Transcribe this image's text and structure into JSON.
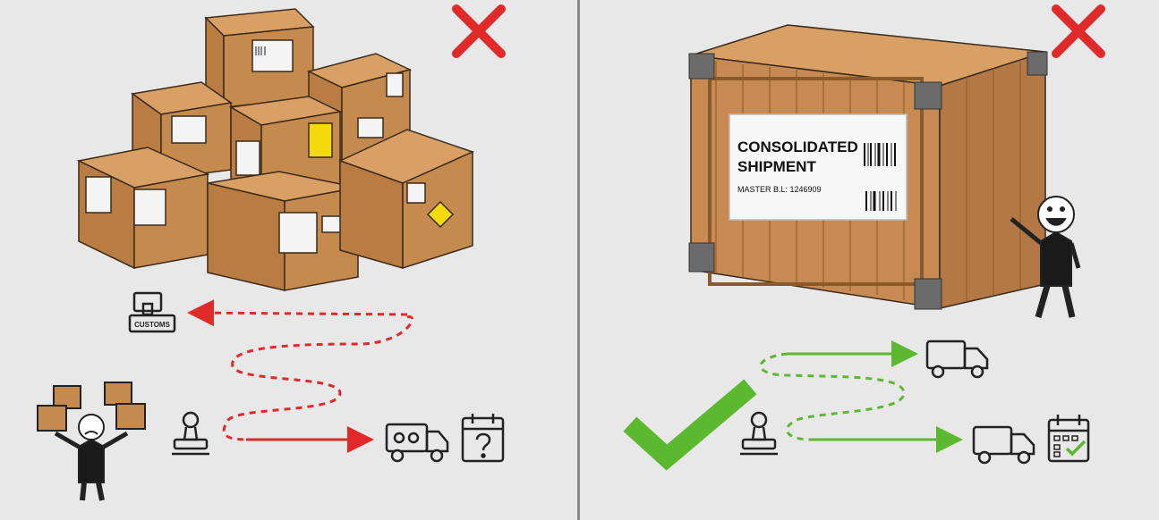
{
  "left_panel": {
    "status": "incorrect",
    "customs_label": "CUSTOMS"
  },
  "right_panel": {
    "status": "correct",
    "crate_title_line1": "CONSOLIDATED",
    "crate_title_line2": "SHIPMENT",
    "crate_master_bl": "MASTER B.L: 1246909"
  },
  "colors": {
    "wrong": "#e02a2a",
    "right": "#5cb82e",
    "box": "#c58a4e",
    "crate": "#c68a52"
  },
  "icons": [
    "customs-stamp-icon",
    "stamp-icon",
    "delivery-truck-icon",
    "calendar-question-icon",
    "calendar-check-icon",
    "cross-mark-icon",
    "check-mark-icon"
  ]
}
